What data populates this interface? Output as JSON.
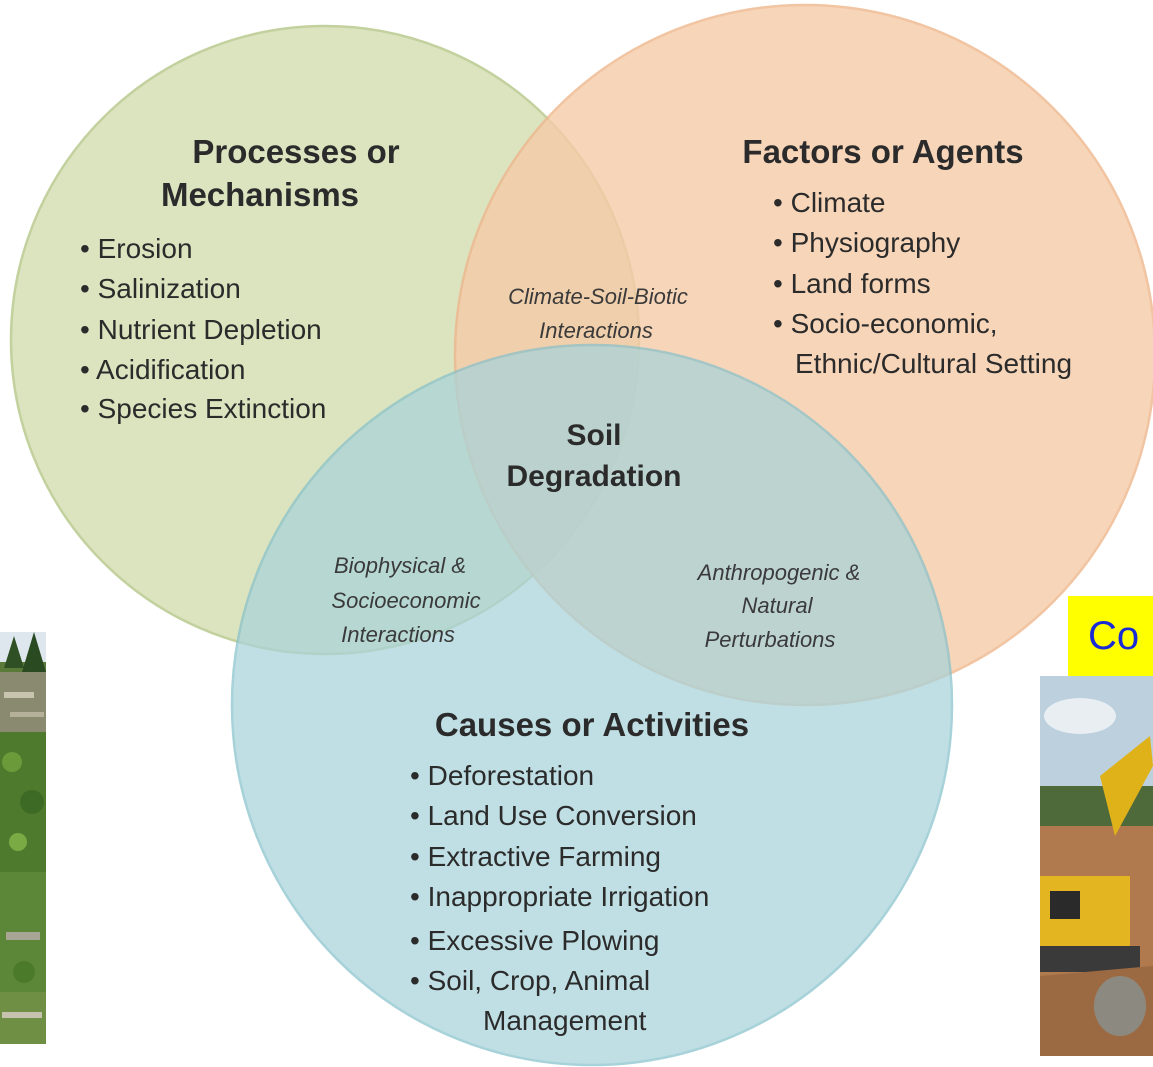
{
  "colors": {
    "processes_fill": "#d6dfb5",
    "processes_stroke": "#b8c98e",
    "factors_fill": "#f6cba8",
    "factors_stroke": "#eeb68c",
    "causes_fill": "#a8d3da",
    "causes_stroke": "#86c1cb",
    "badge_bg": "#ffff00",
    "badge_text": "#1a2bd6"
  },
  "badge": {
    "text": "Co"
  },
  "processes": {
    "title": [
      "Processes or",
      "Mechanisms"
    ],
    "items": [
      "Erosion",
      "Salinization",
      "Nutrient Depletion",
      "Acidification",
      "Species Extinction"
    ]
  },
  "factors": {
    "title": [
      "Factors or Agents"
    ],
    "items": [
      "Climate",
      "Physiography",
      "Land forms",
      "Socio-economic,",
      "Ethnic/Cultural Setting"
    ]
  },
  "causes": {
    "title": [
      "Causes or Activities"
    ],
    "items": [
      "Deforestation",
      "Land Use Conversion",
      "Extractive Farming",
      "Inappropriate Irrigation",
      "Excessive Plowing",
      "Soil, Crop, Animal",
      "Management"
    ]
  },
  "overlaps": {
    "processes_factors": [
      "Climate-Soil-Biotic",
      "Interactions"
    ],
    "processes_causes": [
      "Biophysical &",
      "Socioeconomic",
      "Interactions"
    ],
    "factors_causes": [
      "Anthropogenic &",
      "Natural",
      "Perturbations"
    ]
  },
  "center": [
    "Soil",
    "Degradation"
  ]
}
